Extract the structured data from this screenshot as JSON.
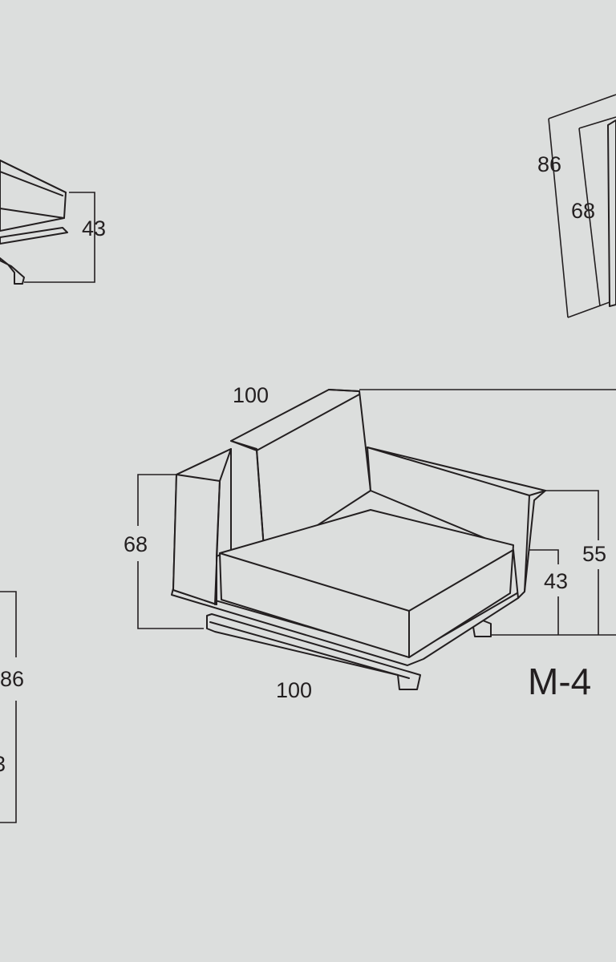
{
  "colors": {
    "background": "#dcdedd",
    "line": "#231f20"
  },
  "top_left_view": {
    "height_label": "43"
  },
  "top_right_view": {
    "total_height_label": "86",
    "back_height_label": "68"
  },
  "bottom_left_view": {
    "total_height_label": "86",
    "partial_label": "3"
  },
  "main_view": {
    "depth_top_label": "100",
    "width_bottom_label": "100",
    "arm_height_label": "68",
    "seat_height_label": "43",
    "side_height_label": "55",
    "model_code": "M-4"
  }
}
